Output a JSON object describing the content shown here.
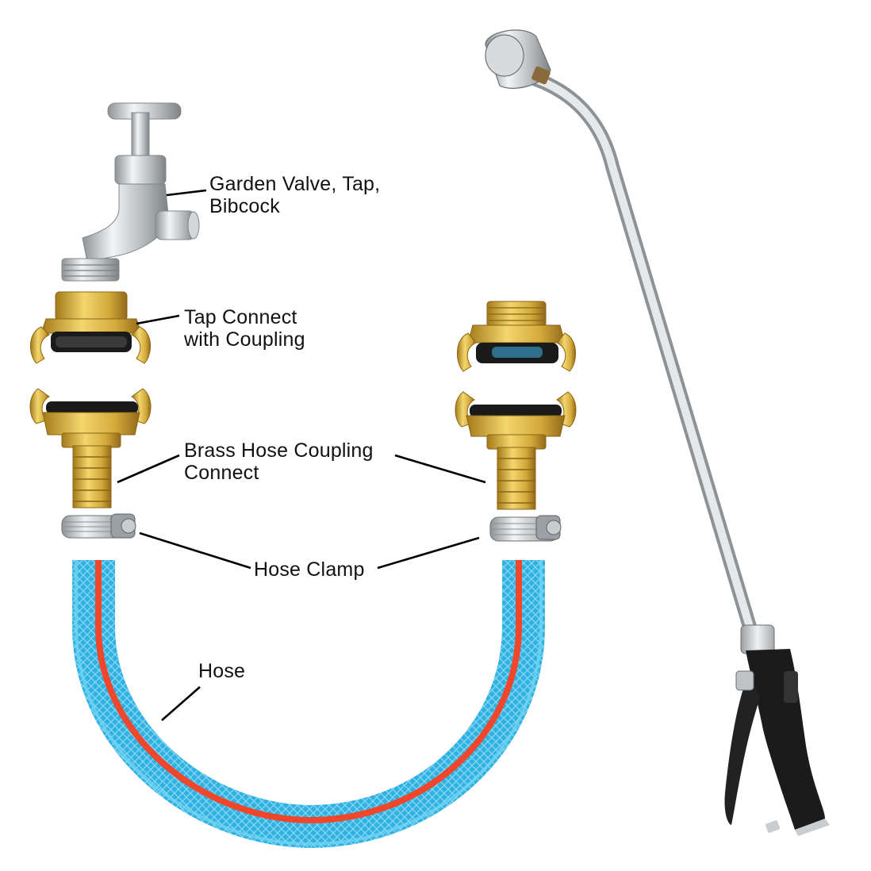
{
  "labels": {
    "garden_valve_line1": "Garden Valve, Tap,",
    "garden_valve_line2": "Bibcock",
    "tap_connect_line1": "Tap Connect",
    "tap_connect_line2": "with Coupling",
    "brass_coupling_line1": "Brass Hose Coupling",
    "brass_coupling_line2": "Connect",
    "hose_clamp": "Hose Clamp",
    "hose": "Hose"
  },
  "colors": {
    "brass": "#d9b13a",
    "chrome": "#bfc3c6",
    "hose_blue": "#33b8e6",
    "hose_red": "#f0462c",
    "handle_black": "#1b1b1b",
    "leader_line": "#000000"
  }
}
